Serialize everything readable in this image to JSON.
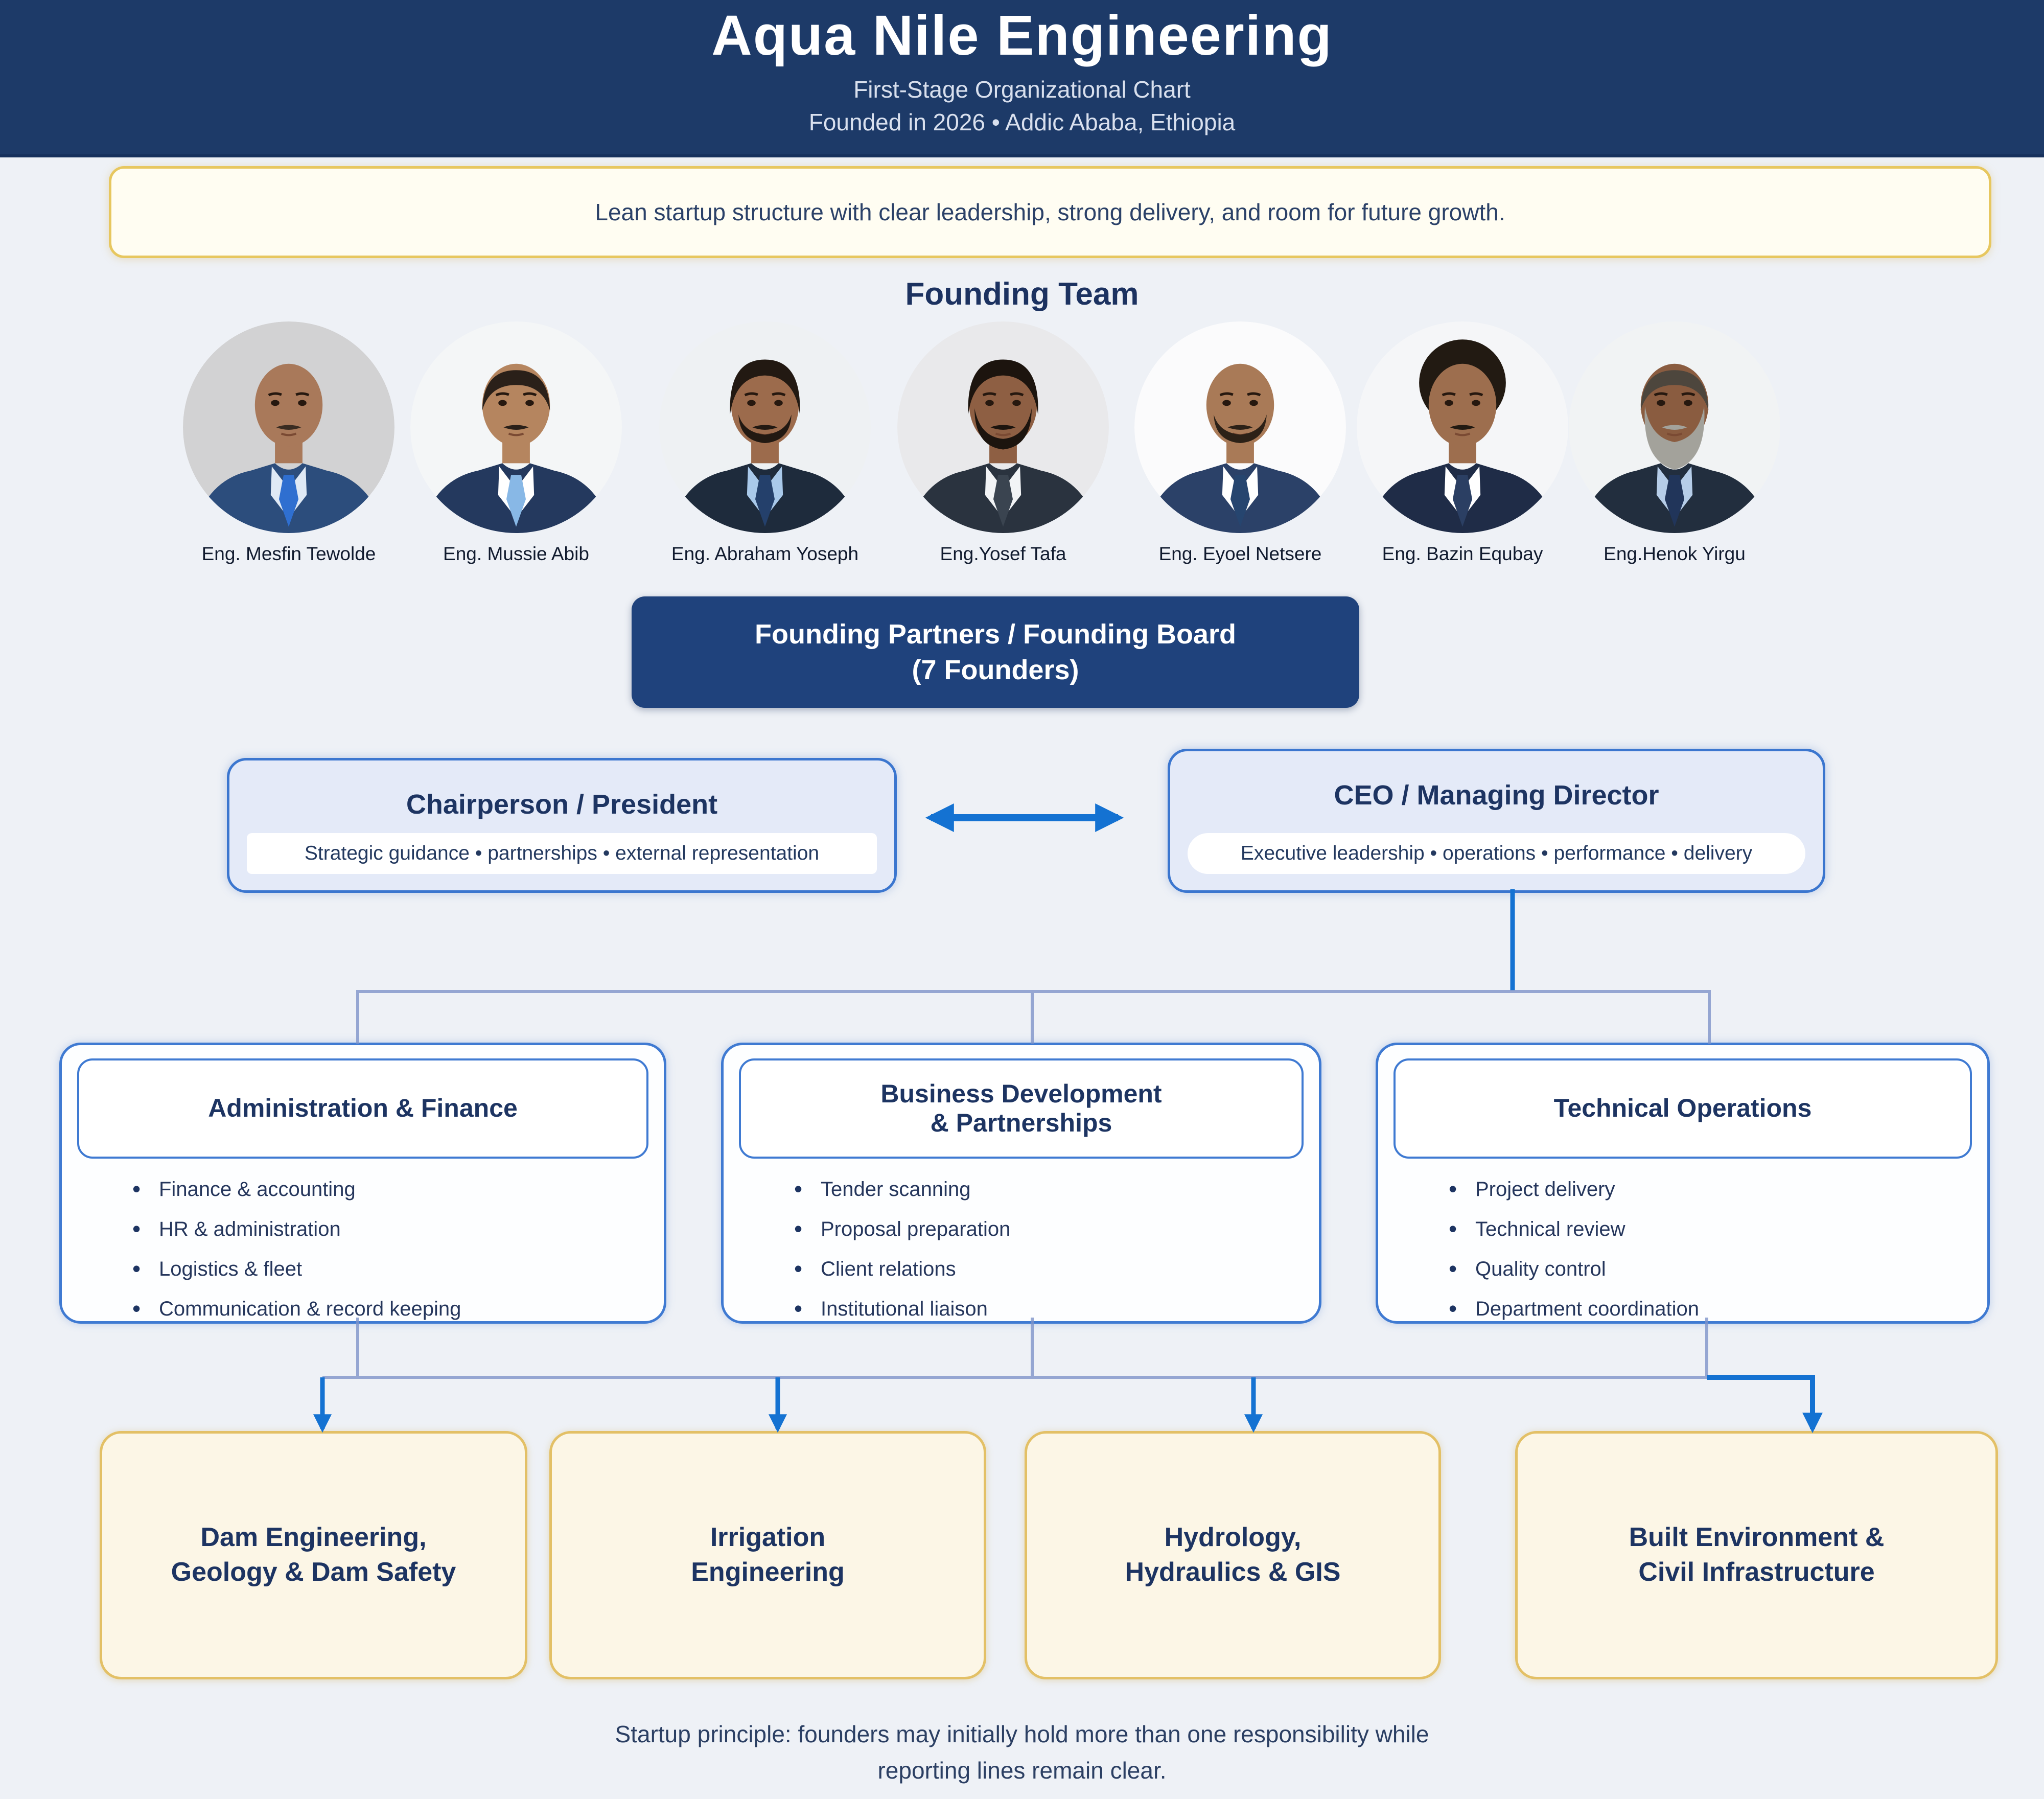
{
  "header": {
    "title": "Aqua Nile Engineering",
    "subtitle1": "First-Stage Organizational Chart",
    "subtitle2": "Founded in 2026 • Addic Ababa, Ethiopia"
  },
  "banner": {
    "text": "Lean startup structure with clear leadership, strong delivery, and room for future growth."
  },
  "founding_team": {
    "heading": "Founding Team",
    "members": [
      {
        "name": "Eng. Mesfin Tewolde",
        "avatar": {
          "bg": "#d2d2d3",
          "skin": "#a9795a",
          "hair": "none",
          "hair_color": "#3a2c22",
          "beard": "none",
          "beard_color": "#3a2c22",
          "mustache": true,
          "suit": "#2c4d7c",
          "shirt": "#dfe9f5",
          "tie": "#2f6fd0"
        }
      },
      {
        "name": "Eng. Mussie Abib",
        "avatar": {
          "bg": "#f4f6f7",
          "skin": "#b5855f",
          "hair": "crescent",
          "hair_color": "#2a2019",
          "beard": "none",
          "beard_color": "#2a2019",
          "mustache": true,
          "suit": "#24395e",
          "shirt": "#ffffff",
          "tie": "#88b8e6"
        }
      },
      {
        "name": "Eng. Abraham Yoseph",
        "avatar": {
          "bg": "#eef1f3",
          "skin": "#9c6b4c",
          "hair": "short",
          "hair_color": "#221912",
          "beard": "stubble",
          "beard_color": "#221912",
          "mustache": true,
          "suit": "#1e2b3c",
          "shirt": "#a9c9ea",
          "tie": "#24406b"
        }
      },
      {
        "name": "Eng.Yosef Tafa",
        "avatar": {
          "bg": "#e9e9eb",
          "skin": "#8e5f43",
          "hair": "short",
          "hair_color": "#1c140e",
          "beard": "full",
          "beard_color": "#1c140e",
          "mustache": true,
          "suit": "#2a333f",
          "shirt": "#f2f4f6",
          "tie": "#3a4450"
        }
      },
      {
        "name": "Eng. Eyoel Netsere",
        "avatar": {
          "bg": "#fbfbfc",
          "skin": "#a97a57",
          "hair": "none",
          "hair_color": "#2c2117",
          "beard": "stubble",
          "beard_color": "#2c2117",
          "mustache": true,
          "suit": "#2b4168",
          "shirt": "#ffffff",
          "tie": "#26456f"
        }
      },
      {
        "name": "Eng. Bazin Equbay",
        "avatar": {
          "bg": "#f5f6f8",
          "skin": "#9d6e4e",
          "hair": "afro",
          "hair_color": "#221a12",
          "beard": "none",
          "beard_color": "#221a12",
          "mustache": true,
          "suit": "#1f2c47",
          "shirt": "#ffffff",
          "tie": "#2b3f63"
        }
      },
      {
        "name": "Eng.Henok Yirgu",
        "avatar": {
          "bg": "#f1f3f4",
          "skin": "#8a5c40",
          "hair": "crescent",
          "hair_color": "#4d463d",
          "beard": "long",
          "beard_color": "#a3a29b",
          "mustache": true,
          "suit": "#222e3e",
          "shirt": "#b6cde8",
          "tie": "#21355a"
        }
      }
    ]
  },
  "board": {
    "line1": "Founding Partners / Founding Board",
    "line2": "(7 Founders)"
  },
  "executives": [
    {
      "title": "Chairperson / President",
      "subtitle": "Strategic guidance • partnerships • external representation"
    },
    {
      "title": "CEO / Managing Director",
      "subtitle": "Executive leadership • operations • performance • delivery"
    }
  ],
  "departments": [
    {
      "title": "Administration & Finance",
      "items": [
        "Finance & accounting",
        "HR & administration",
        "Logistics & fleet",
        "Communication & record keeping"
      ]
    },
    {
      "title": "Business Development\n& Partnerships",
      "items": [
        "Tender scanning",
        "Proposal preparation",
        "Client relations",
        "Institutional liaison"
      ]
    },
    {
      "title": "Technical Operations",
      "items": [
        "Project delivery",
        "Technical review",
        "Quality control",
        "Department coordination"
      ]
    }
  ],
  "units": [
    {
      "title": "Dam Engineering,\nGeology & Dam Safety"
    },
    {
      "title": "Irrigation\nEngineering"
    },
    {
      "title": "Hydrology,\nHydraulics & GIS"
    },
    {
      "title": "Built Environment &\nCivil Infrastructure"
    }
  ],
  "footer": {
    "line1": "Startup principle: founders may initially hold more than one responsibility while",
    "line2": "reporting lines remain clear."
  },
  "colors": {
    "header_bg": "#1d3a68",
    "accent_blue": "#1472d2",
    "tree_line": "#7e93c9",
    "box_border": "#3b76cf",
    "navy_text": "#1d3462",
    "gold_border": "#e7c75f",
    "banner_cream": "#fffdf2",
    "unit_cream": "#fcf6e6",
    "board_bg": "#1f427c"
  }
}
